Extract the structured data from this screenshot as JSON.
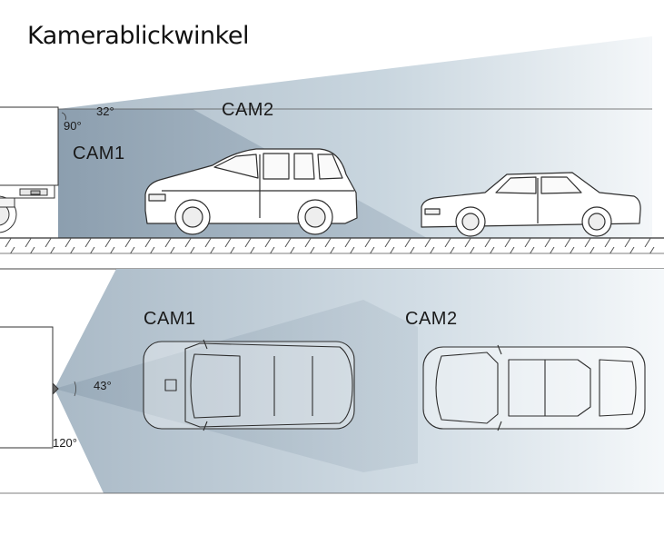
{
  "title": "Kamerablickwinkel",
  "side_view": {
    "cam1_label": "CAM1",
    "cam2_label": "CAM2",
    "cam1_angle": "90°",
    "cam2_angle": "32°"
  },
  "top_view": {
    "cam1_label": "CAM1",
    "cam2_label": "CAM2",
    "cam1_angle": "120°",
    "cam2_angle": "43°"
  },
  "colors": {
    "cam1_field": "#8fa3b4",
    "cam2_field": "#c3d3de",
    "line": "#333333"
  }
}
